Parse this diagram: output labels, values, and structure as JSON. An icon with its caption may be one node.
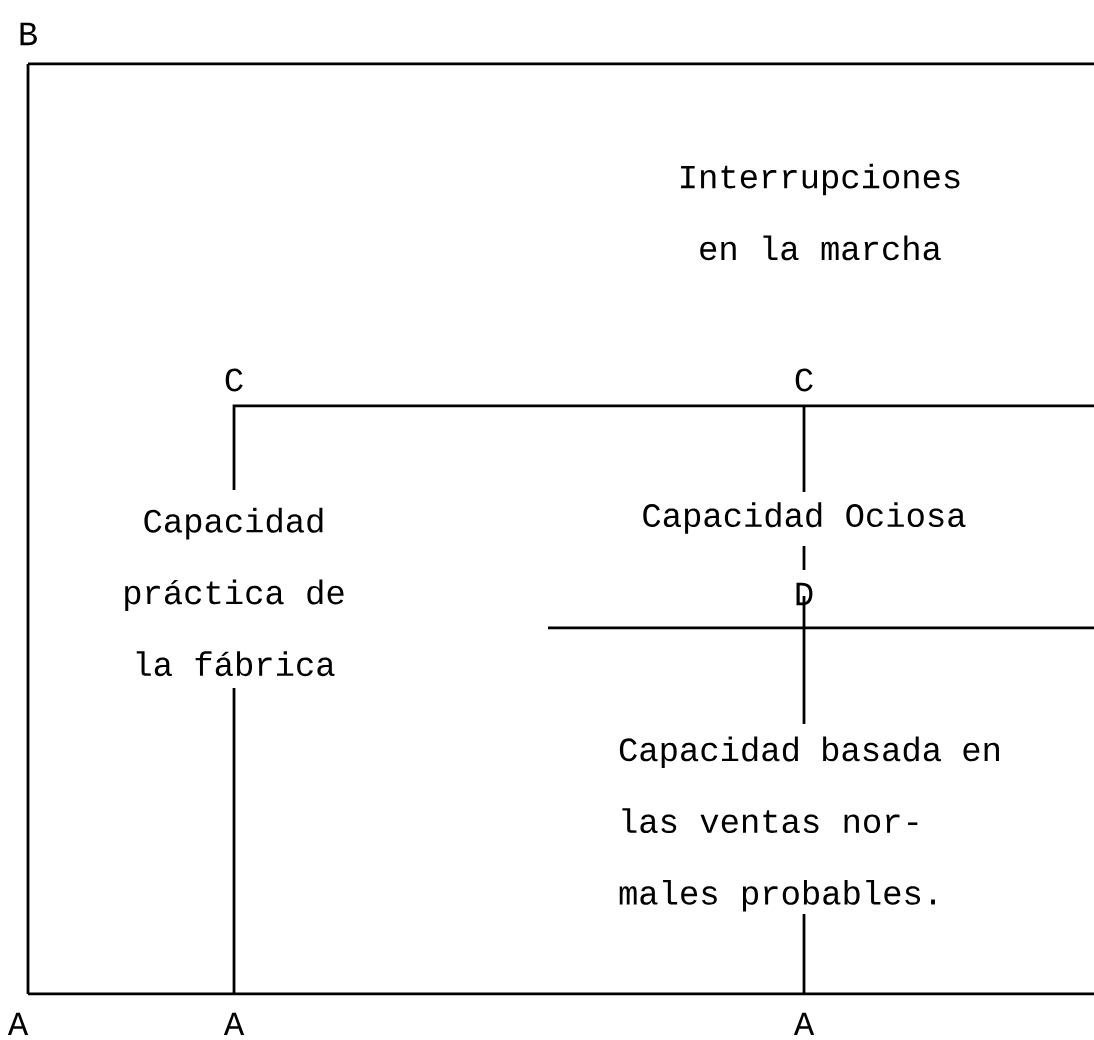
{
  "diagram": {
    "labels": [
      "B",
      "Interrupciones en la marcha",
      "C",
      "C",
      "Capacidad práctica de la fábrica",
      "Capacidad Ociosa",
      "D",
      "Capacidad basada en las ventas nor- males probables.",
      "A",
      "A",
      "A"
    ]
  }
}
